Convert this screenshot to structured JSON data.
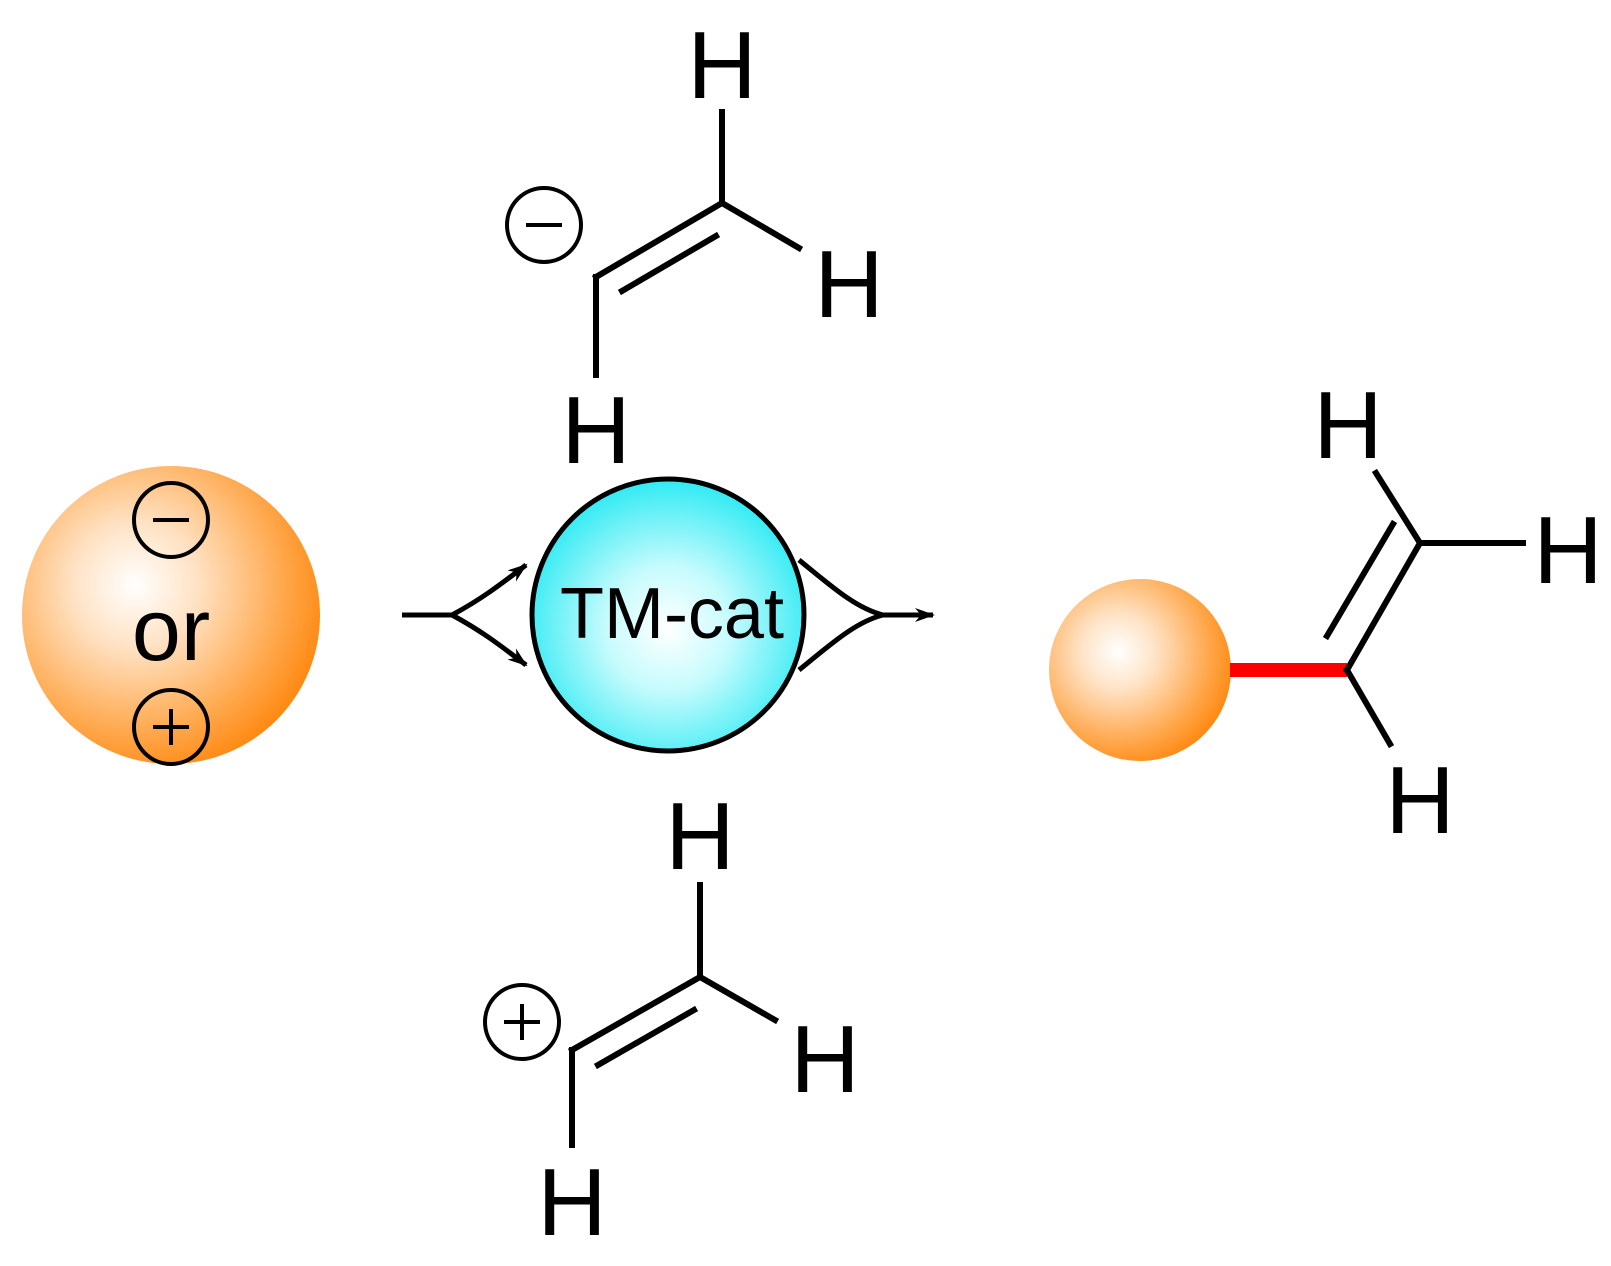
{
  "labels": {
    "or": "or",
    "catalyst": "TM-cat",
    "hydrogen": "H"
  },
  "colors": {
    "substrate_sphere": "#ff8000",
    "catalyst_sphere": "#00e5f0",
    "new_bond": "#ff0000",
    "bond": "#000000"
  },
  "icons": {
    "negative_charge": "circled-minus",
    "positive_charge": "circled-plus",
    "reaction_arrow": "forked-arrow-through-catalyst"
  }
}
